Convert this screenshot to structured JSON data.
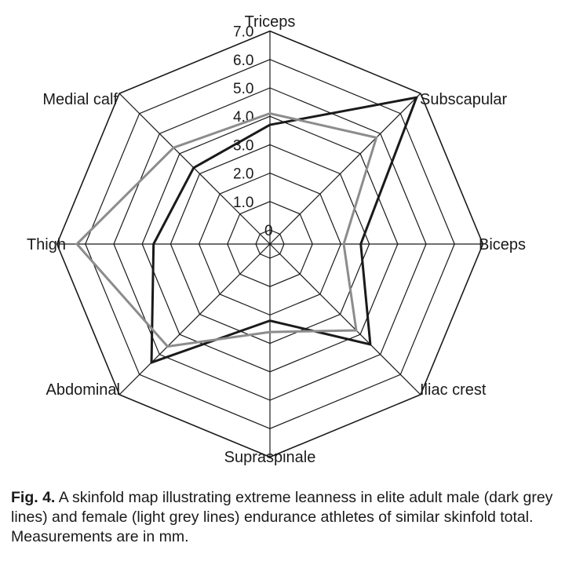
{
  "chart_data": {
    "type": "radar",
    "categories": [
      "Triceps",
      "Subscapular",
      "Biceps",
      "Iliac crest",
      "Supraspinale",
      "Abdominal",
      "Thigh",
      "Medial calf"
    ],
    "r_ticks": [
      "0",
      "1.0",
      "2.0",
      "3.0",
      "4.0",
      "5.0",
      "6.0",
      "7.0"
    ],
    "r_range": [
      0,
      7
    ],
    "grid": true,
    "series": [
      {
        "key": "male",
        "color": "#1a1a1a",
        "values": [
          3.7,
          6.8,
          2.7,
          4.5,
          2.2,
          5.4,
          3.6,
          3.3
        ]
      },
      {
        "key": "female",
        "color": "#8c8c8c",
        "values": [
          4.1,
          4.8,
          2.1,
          3.8,
          2.6,
          4.6,
          6.3,
          4.3
        ]
      }
    ]
  },
  "caption": {
    "label": "Fig. 4.",
    "text": "A skinfold map illustrating extreme leanness in elite adult male (dark grey lines) and female (light grey lines) endurance athletes of similar skinfold total. Measurements are in mm."
  }
}
